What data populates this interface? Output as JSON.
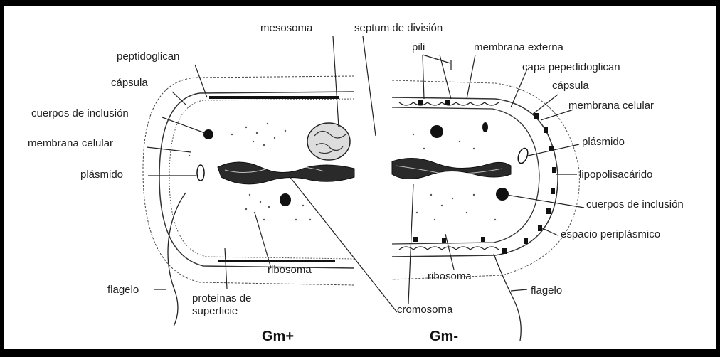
{
  "gm_plus": {
    "title": "Gm+",
    "labels": {
      "mesosoma": "mesosoma",
      "peptidoglican": "peptidoglican",
      "capsula": "cápsula",
      "cuerpos_inclusion": "cuerpos de inclusión",
      "membrana_celular": "membrana celular",
      "plasmido": "plásmido",
      "flagelo": "flagelo",
      "proteinas_1": "proteínas de",
      "proteinas_2": "superficie",
      "ribosoma": "ribosoma"
    }
  },
  "gm_minus": {
    "title": "Gm-",
    "labels": {
      "septum": "septum de división",
      "pili": "pili",
      "membrana_externa": "membrana externa",
      "capa_peptidoglican": "capa pepedidoglican",
      "capsula": "cápsula",
      "membrana_celular": "membrana celular",
      "plasmido": "plásmido",
      "lipopolisacarido": "lipopolisacárido",
      "cuerpos_inclusion": "cuerpos de inclusión",
      "espacio_periplasmico": "espacio periplásmico",
      "flagelo": "flagelo",
      "ribosoma": "ribosoma",
      "cromosoma": "cromosoma"
    }
  }
}
